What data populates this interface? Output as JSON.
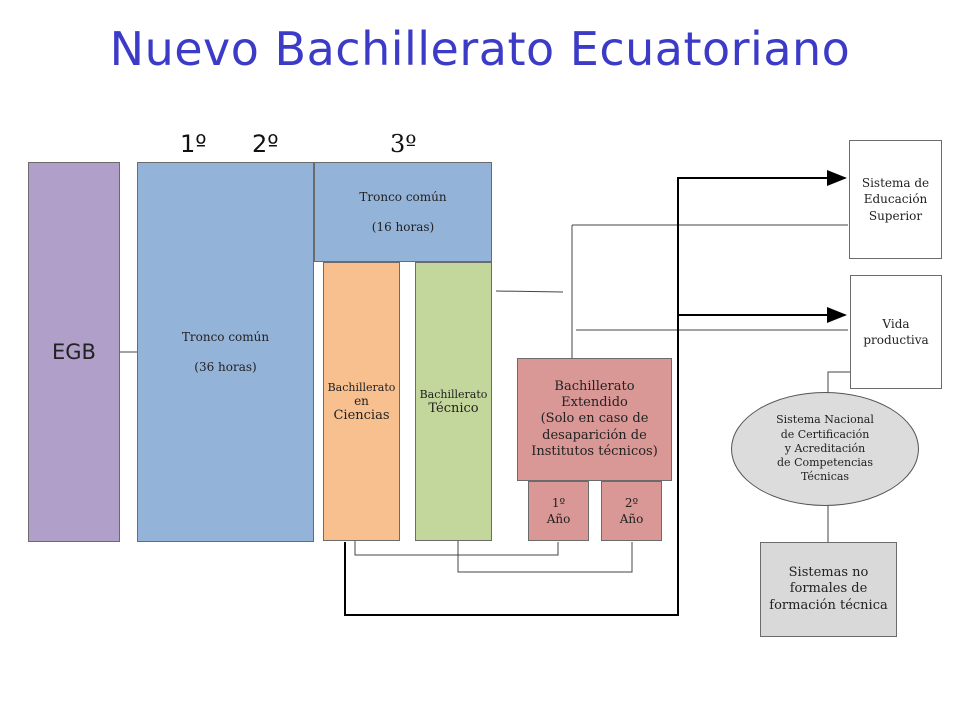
{
  "title": "Nuevo Bachillerato Ecuatoriano",
  "years": {
    "first": "1º",
    "second": "2º",
    "third": "3º"
  },
  "egb": {
    "label": "EGB",
    "color": "#b09fc8"
  },
  "tronco_36": {
    "line1": "Tronco común",
    "line2": "(36 horas)",
    "color": "#94b3d8"
  },
  "tronco_16": {
    "line1": "Tronco común",
    "line2": "(16 horas)",
    "color": "#94b3d8"
  },
  "ciencias": {
    "line1": "Bachillerato",
    "line2": "en",
    "line3": "Ciencias",
    "color": "#f8bf8f"
  },
  "tecnico": {
    "line1": "Bachillerato",
    "line2": "Técnico",
    "color": "#c3d69b"
  },
  "extendido": {
    "line1": "Bachillerato",
    "line2": "Extendido",
    "line3": "(Solo en caso de",
    "line4": "desaparición de",
    "line5": "Institutos técnicos)",
    "color": "#d99795"
  },
  "ano1": {
    "line1": "1º",
    "line2": "Año"
  },
  "ano2": {
    "line1": "2º",
    "line2": "Año"
  },
  "educacion_superior": {
    "line1": "Sistema de",
    "line2": "Educación",
    "line3": "Superior"
  },
  "vida_productiva": {
    "line1": "Vida",
    "line2": "productiva"
  },
  "sistema_nacional": {
    "line1": "Sistema Nacional",
    "line2": "de Certificación",
    "line3": "y Acreditación",
    "line4": "de Competencias",
    "line5": "Técnicas",
    "color": "#dcdcdc"
  },
  "no_formales": {
    "line1": "Sistemas no",
    "line2": "formales de",
    "line3": "formación técnica",
    "color": "#d9d9d9"
  }
}
